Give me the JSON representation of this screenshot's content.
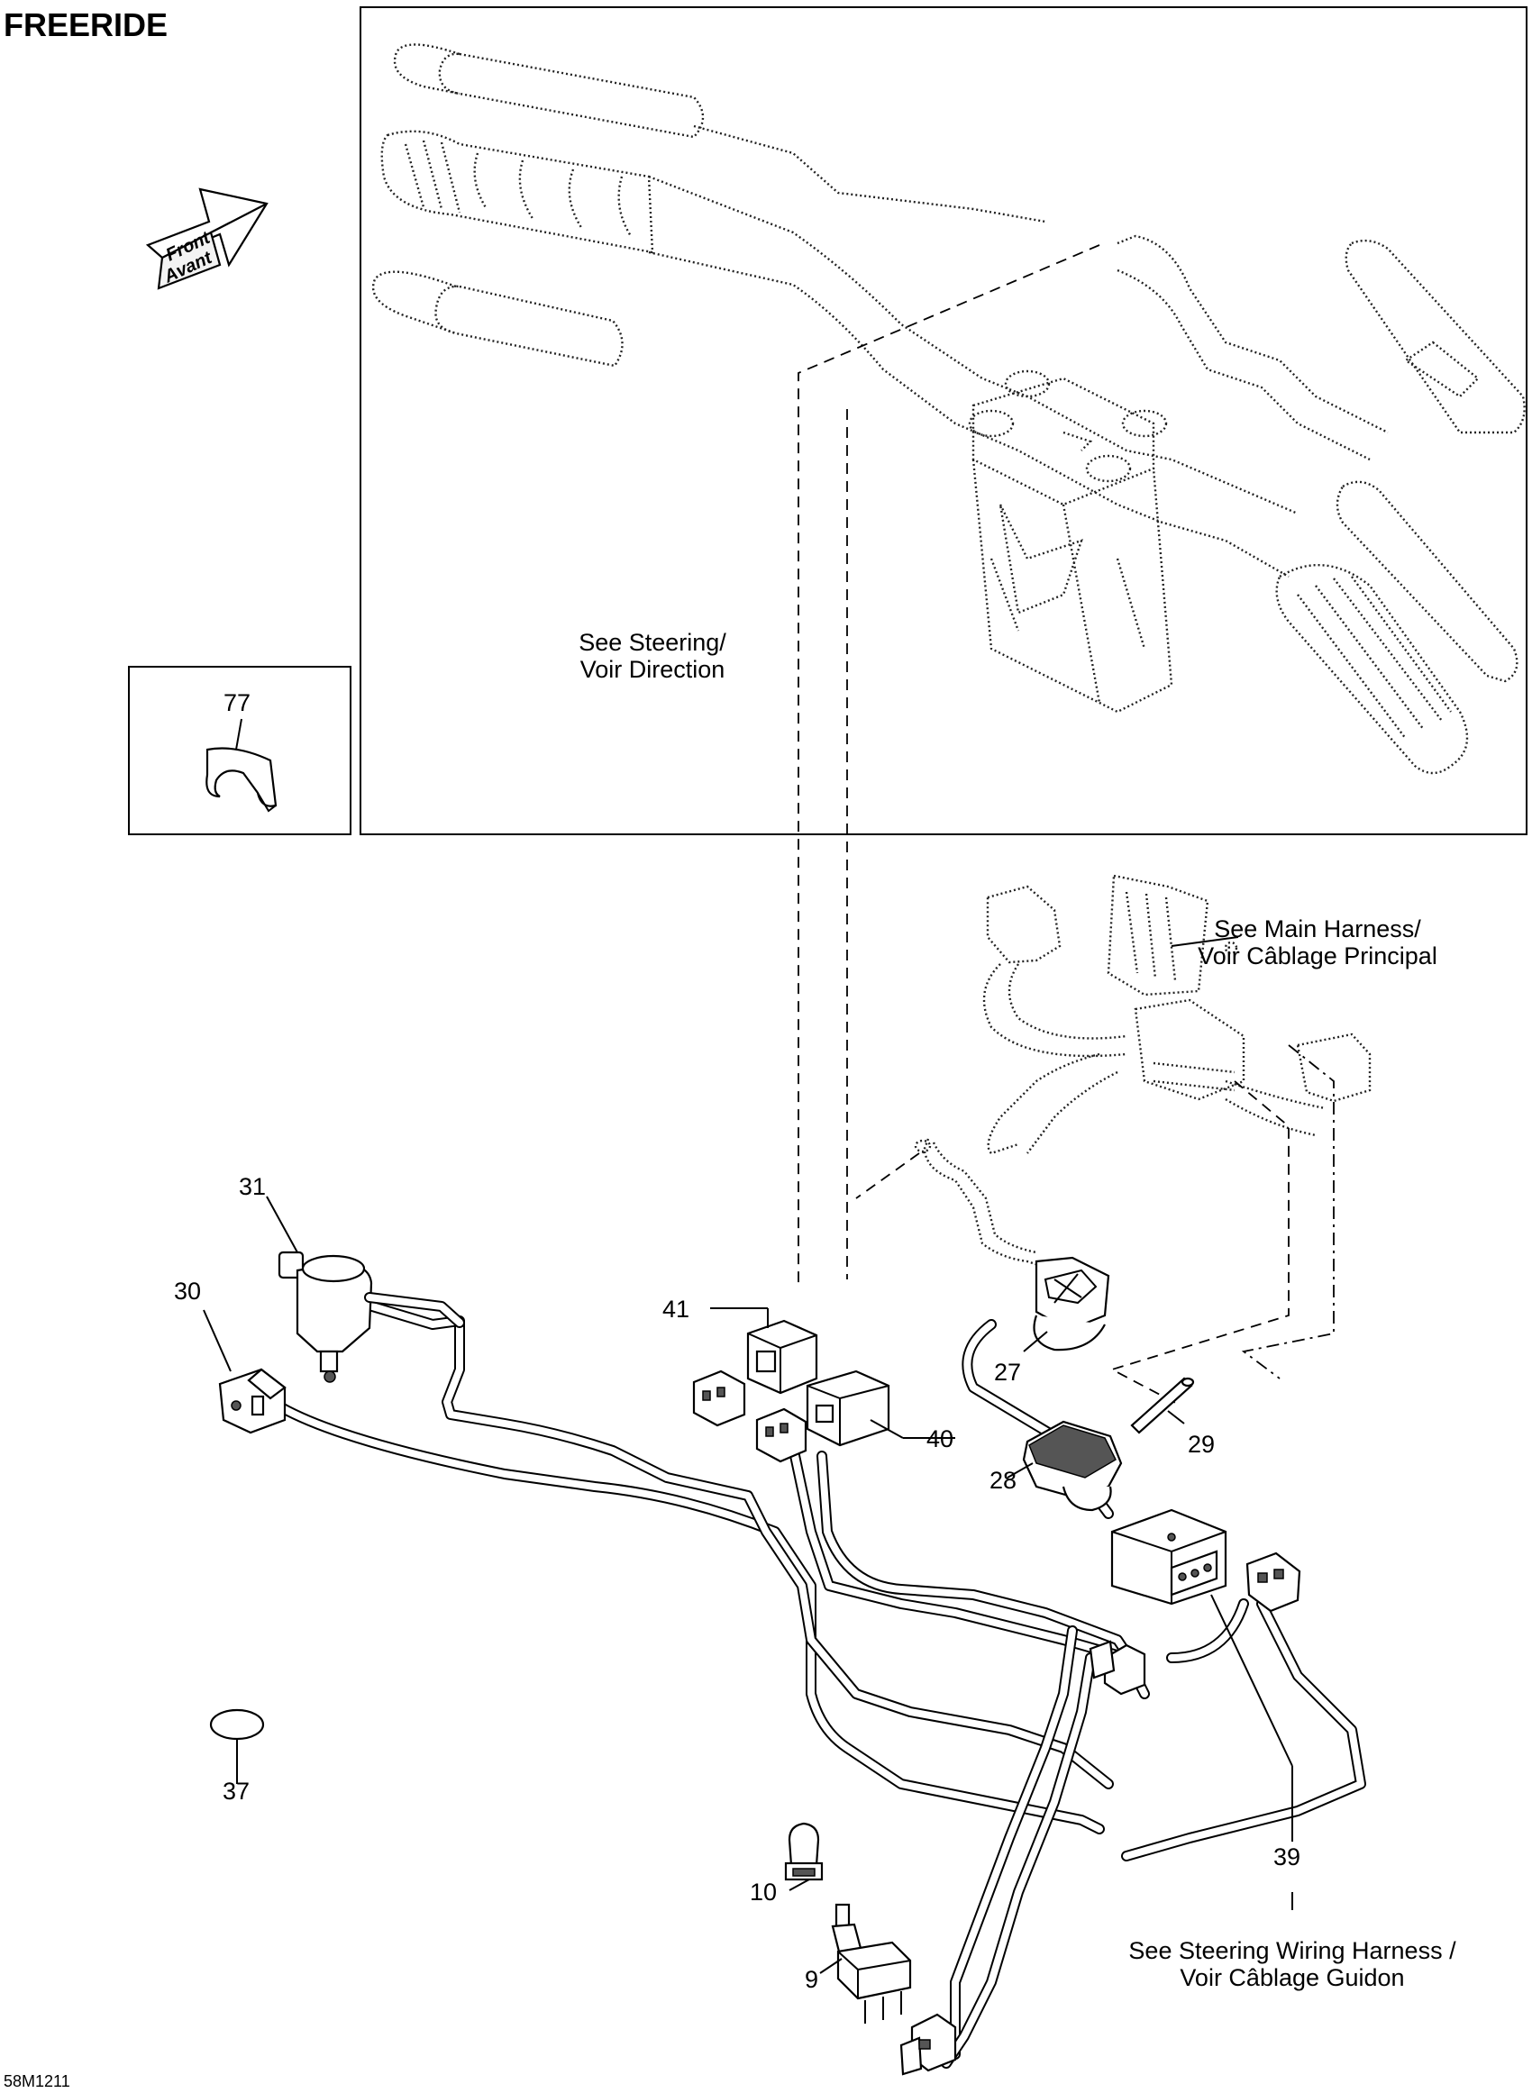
{
  "page_title": "FREERIDE",
  "drawing_code": "58M1211",
  "front_arrow": {
    "line1": "Front",
    "line2": "Avant"
  },
  "notes": {
    "steering": {
      "line1": "See Steering/",
      "line2": "Voir Direction"
    },
    "main_harness": {
      "line1": "See Main Harness/",
      "line2": "Voir Câblage Principal"
    },
    "steering_wiring": {
      "line1": "See Steering Wiring Harness /",
      "line2": "Voir Câblage Guidon"
    }
  },
  "callouts": {
    "p77": "77",
    "p31": "31",
    "p30": "30",
    "p41": "41",
    "p40": "40",
    "p27": "27",
    "p29": "29",
    "p28": "28",
    "p37": "37",
    "p39": "39",
    "p10": "10",
    "p9": "9"
  }
}
